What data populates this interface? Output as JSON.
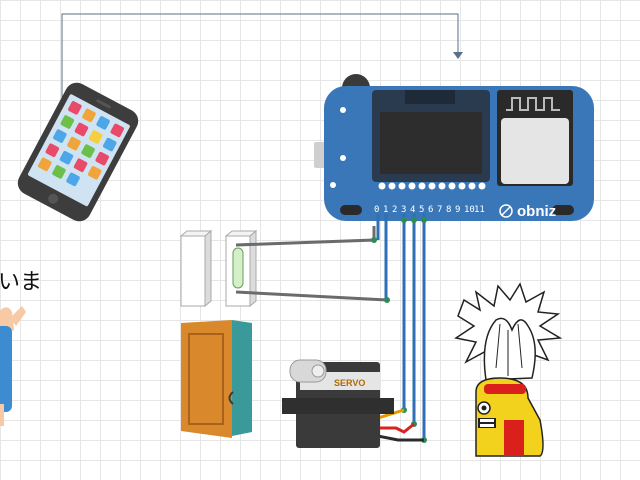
{
  "diagram": {
    "board": {
      "brand": "obniz",
      "pin_numbers": [
        "0",
        "1",
        "2",
        "3",
        "4",
        "5",
        "6",
        "7",
        "8",
        "9",
        "10",
        "11"
      ]
    },
    "servo": {
      "label": "SERVO"
    },
    "person_text": "いま",
    "colors": {
      "board_blue": "#3a77b8",
      "wire_blue": "#2f6fb5",
      "wire_gray": "#6b6b6b",
      "wire_green": "#2e8b57",
      "door": "#d9892b",
      "door_frame": "#3a9a9a",
      "servo_body": "#3a3a3a",
      "toy_yellow": "#f3d21d",
      "toy_red": "#d9201a"
    },
    "icons": [
      "smartphone-icon",
      "person-icon",
      "reed-switch-icon",
      "door-icon",
      "servo-motor-icon",
      "clap-hands-icon",
      "toy-figure-icon"
    ]
  }
}
